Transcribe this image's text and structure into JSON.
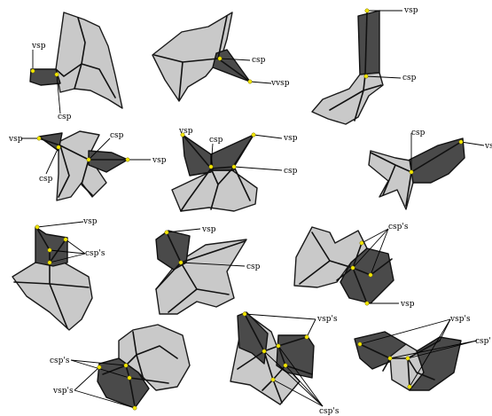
{
  "labels": {
    "vsp": "vsp",
    "csp": "csp",
    "vvsp": "vvsp",
    "vsp_s": "vsp's",
    "csp_s": "csp's",
    "vs_cut": "vs",
    "csp_quote_cut": "csp'"
  },
  "colors": {
    "light_region": "#c9c9c9",
    "dark_region": "#4a4a4a",
    "point": "#f2e600"
  }
}
